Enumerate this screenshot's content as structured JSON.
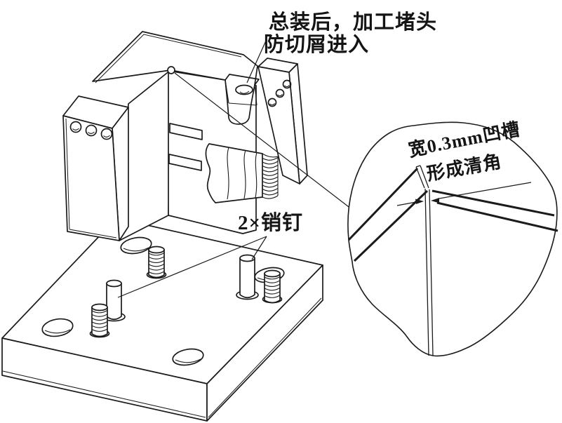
{
  "colors": {
    "background": "#ffffff",
    "line": "#1b1b1b",
    "text": "#141414"
  },
  "annotations": {
    "plug_note": {
      "line1": "总装后，加工堵头",
      "line2": "防切屑进入"
    },
    "pin_label": "2×销钉",
    "detail_note": {
      "line1": "宽0.3mm凹槽",
      "line2": "形成清角"
    }
  }
}
